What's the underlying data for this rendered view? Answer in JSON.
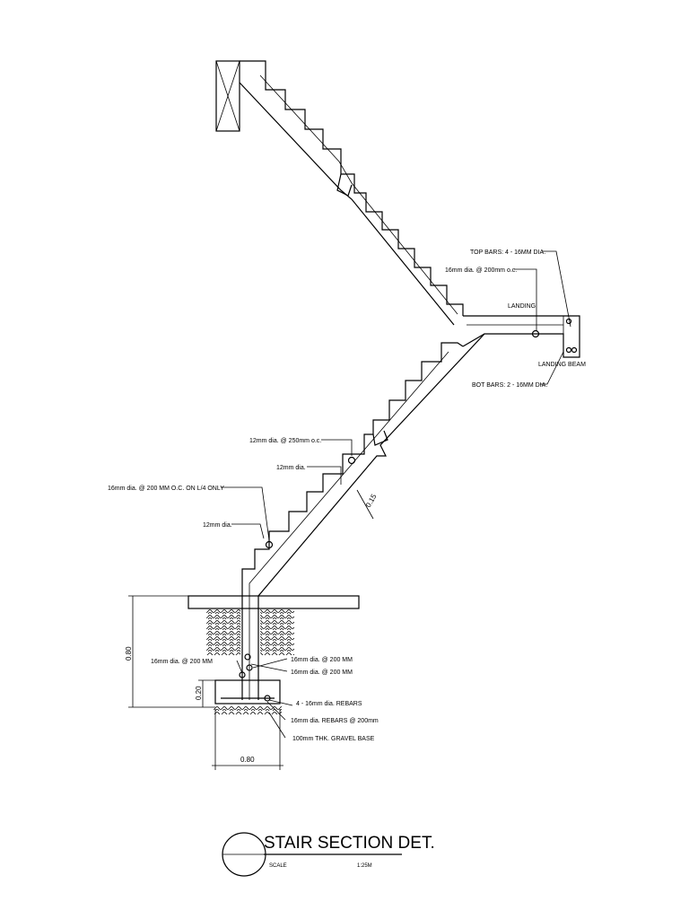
{
  "title": {
    "main": "STAIR SECTION DET.",
    "scale_label": "SCALE",
    "scale_value": "1:25M"
  },
  "annotations": {
    "top_bars": "TOP BARS: 4 - 16MM DIA.",
    "landing_rebar": "16mm dia. @ 200mm o.c.",
    "landing": "LANDING",
    "landing_beam": "LANDING BEAM",
    "bot_bars": "BOT BARS: 2 - 16MM DIA.",
    "stair_rebar_250": "12mm dia. @ 250mm o.c.",
    "stair_12mm_a": "12mm dia.",
    "stair_16mm_l4": "16mm dia. @ 200 MM O.C. ON L/4 ONLY",
    "stair_12mm_b": "12mm dia.",
    "footing_rebar_left": "16mm dia. @ 200 MM",
    "footing_rebar_right_1": "16mm dia. @ 200 MM",
    "footing_rebar_right_2": "16mm dia. @ 200 MM",
    "footing_4bars": "4 - 16mm dia. REBARS",
    "footing_bottom_rebar": "16mm dia. REBARS @ 200mm",
    "gravel": "100mm THK. GRAVEL BASE"
  },
  "dimensions": {
    "slab_thickness": "0.15",
    "footing_height": "0.80",
    "footing_depth": "0.20",
    "footing_width": "0.80"
  }
}
